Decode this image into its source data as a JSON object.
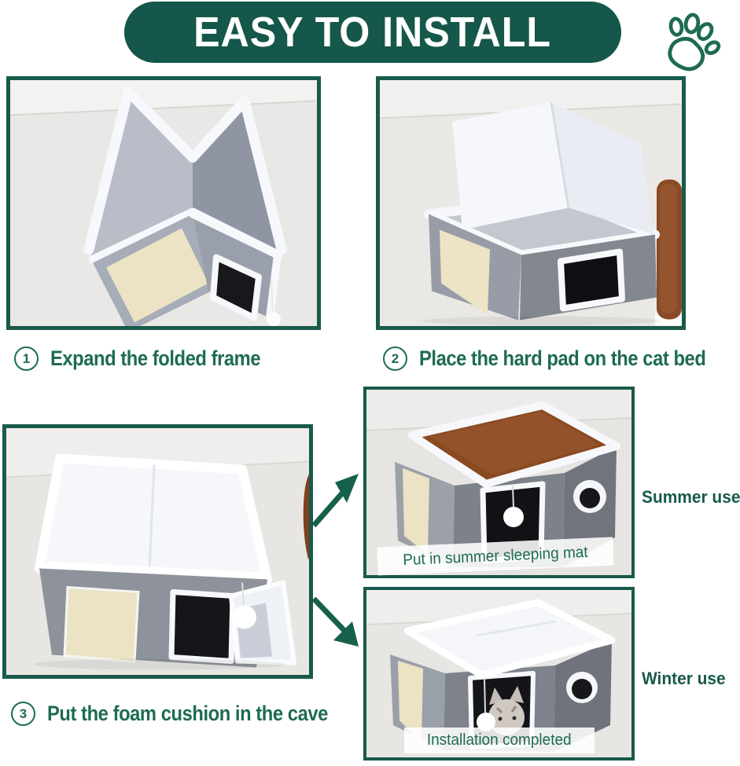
{
  "banner": {
    "title": "EASY TO INSTALL"
  },
  "icons": {
    "paw": "paw-print-icon"
  },
  "steps": [
    {
      "number": "1",
      "label": "Expand the folded frame"
    },
    {
      "number": "2",
      "label": "Place the hard pad on the cat bed"
    },
    {
      "number": "3",
      "label": "Put the foam cushion in the cave"
    }
  ],
  "variants": [
    {
      "caption": "Put in summer sleeping mat",
      "side_label": "Summer use"
    },
    {
      "caption": "Installation completed",
      "side_label": "Winter use"
    }
  ],
  "colors": {
    "brand_green": "#15574a",
    "border_green": "#185a4b",
    "text_green": "#1e6b54",
    "mat_brown": "#8a4a22",
    "sisal_beige": "#ece3c4",
    "fabric_gray": "#8e929b"
  }
}
